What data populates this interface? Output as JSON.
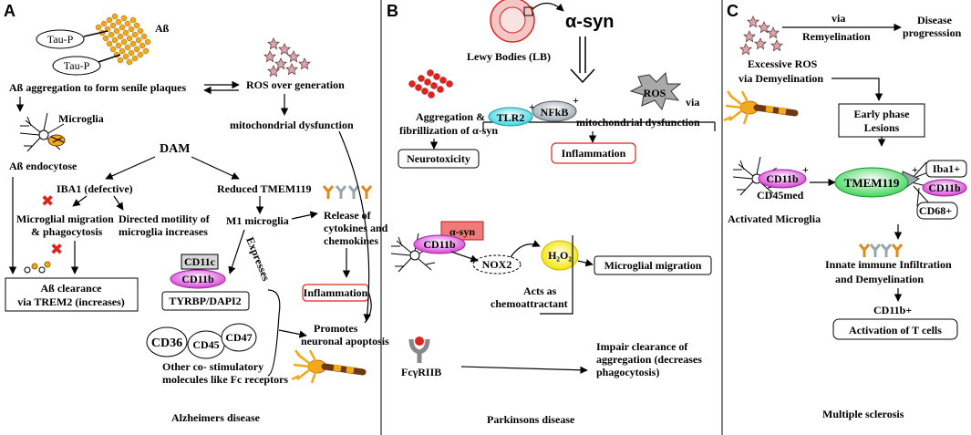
{
  "panelA": {
    "letter": "A",
    "tau1": "Tau-P",
    "tau2": "Tau-P",
    "abeta": "Aß",
    "aggregation": "Aß aggregation to form senile plaques",
    "ros_over": "ROS over generation",
    "microglia": "Microglia",
    "endocytose": "Aß  endocytose",
    "mito": "mitochondrial dysfunction",
    "dam": "DAM",
    "iba1": "IBA1 (defective)",
    "reduced_tmem": "Reduced TMEM119",
    "migration1": "Microglial migration",
    "migration2": "& phagocytosis",
    "directed1": "Directed motility of",
    "directed2": "microglia increases",
    "m1": "M1 microglia",
    "release1": "Release of",
    "release2": "cytokines and",
    "release3": "chemokines",
    "expresses": "Expresses",
    "cd11c": "CD11c",
    "cd11b": "CD11b",
    "clearance1": "Aß clearance",
    "clearance2": "via TREM2 (increases)",
    "tyrobp": "TYRBP/DAPI2",
    "inflammation": "Inflammation",
    "cd36": "CD36",
    "cd45": "CD45",
    "cd47": "CD47",
    "promotes1": "Promotes",
    "promotes2": "neuronal apoptosis",
    "other1": "Other co- stimulatory",
    "other2": "molecules like Fc receptors",
    "caption": "Alzheimers disease"
  },
  "panelB": {
    "letter": "B",
    "asyn": "α-syn",
    "lewy": "Lewy Bodies (LB)",
    "tlr2": "TLR2",
    "nfkb": "NFkB",
    "ros": "ROS",
    "via": "via",
    "mito": "mitochondrial dysfunction",
    "agg1": "Aggregation &",
    "agg2": "fibrillization of α-syn",
    "neurotox": "Neurotoxicity",
    "inflammation": "Inflammation",
    "asyn_box": "α-syn",
    "cd11b": "CD11b",
    "nox2": "NOX2",
    "h2o2": "H₂O₂",
    "micro_mig": "Microglial migration",
    "acts1": "Acts as",
    "acts2": "chemoattractant",
    "fcg": "FcγRIIB",
    "impair1": "Impair clearance of",
    "impair2": "aggregation (decreases",
    "impair3": "phagocytosis)",
    "caption": "Parkinsons disease"
  },
  "panelC": {
    "letter": "C",
    "via": "via",
    "remyelination": "Remyelination",
    "disease1": "Disease",
    "disease2": "progresssion",
    "excessive1": "Excessive ROS",
    "excessive2": "via Demyelination",
    "early1": "Early phase",
    "early2": "Lesions",
    "cd11b": "CD11b",
    "cd45med": "CD45med",
    "tmem": "TMEM119",
    "iba1": "Iba1+",
    "cd11b_2": "CD11b",
    "cd68": "CD68+",
    "activated": "Activated Microglia",
    "innate1": "Innate immune Infiltration",
    "innate2": "and Demyelination",
    "cd11bplus": "CD11b+",
    "activation": "Activation of T cells",
    "caption": "Multiple sclerosis"
  },
  "colors": {
    "magenta": "#d63fd6",
    "cyan": "#33d6e0",
    "red": "#e3231b",
    "green": "#3fd65a",
    "yellow": "#f5e400",
    "orange": "#f3a81a",
    "pink_box": "#f07a7a"
  }
}
